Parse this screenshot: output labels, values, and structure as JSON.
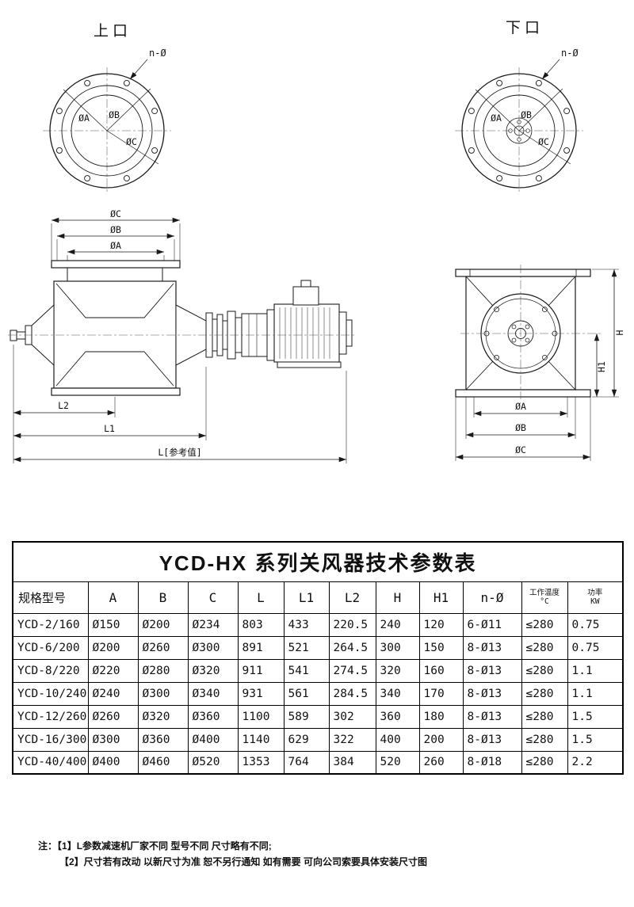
{
  "drawings": {
    "top_left_flange": {
      "title": "上口",
      "n_label": "n-Ø",
      "dims": {
        "a": "ØA",
        "b": "ØB",
        "c": "ØC"
      }
    },
    "top_right_flange": {
      "title": "下口",
      "n_label": "n-Ø",
      "dims": {
        "a": "ØA",
        "b": "ØB",
        "c": "ØC"
      }
    },
    "side_view": {
      "dims": {
        "c": "ØC",
        "b": "ØB",
        "a": "ØA",
        "l2": "L2",
        "l1": "L1",
        "l_ref": "L[参考值]"
      }
    },
    "front_view": {
      "dims": {
        "h": "H",
        "h1": "H1",
        "a": "ØA",
        "b": "ØB",
        "c": "ØC"
      }
    }
  },
  "table": {
    "title": "YCD-HX 系列关风器技术参数表",
    "headers": {
      "model": "规格型号",
      "a": "A",
      "b": "B",
      "c": "C",
      "l": "L",
      "l1": "L1",
      "l2": "L2",
      "h": "H",
      "h1": "H1",
      "n": "n-Ø",
      "temp_line1": "工作温度",
      "temp_line2": "°C",
      "power_line1": "功率",
      "power_line2": "KW"
    },
    "rows": [
      [
        "YCD-2/160",
        "Ø150",
        "Ø200",
        "Ø234",
        "803",
        "433",
        "220.5",
        "240",
        "120",
        "6-Ø11",
        "≤280",
        "0.75"
      ],
      [
        "YCD-6/200",
        "Ø200",
        "Ø260",
        "Ø300",
        "891",
        "521",
        "264.5",
        "300",
        "150",
        "8-Ø13",
        "≤280",
        "0.75"
      ],
      [
        "YCD-8/220",
        "Ø220",
        "Ø280",
        "Ø320",
        "911",
        "541",
        "274.5",
        "320",
        "160",
        "8-Ø13",
        "≤280",
        "1.1"
      ],
      [
        "YCD-10/240",
        "Ø240",
        "Ø300",
        "Ø340",
        "931",
        "561",
        "284.5",
        "340",
        "170",
        "8-Ø13",
        "≤280",
        "1.1"
      ],
      [
        "YCD-12/260",
        "Ø260",
        "Ø320",
        "Ø360",
        "1100",
        "589",
        "302",
        "360",
        "180",
        "8-Ø13",
        "≤280",
        "1.5"
      ],
      [
        "YCD-16/300",
        "Ø300",
        "Ø360",
        "Ø400",
        "1140",
        "629",
        "322",
        "400",
        "200",
        "8-Ø13",
        "≤280",
        "1.5"
      ],
      [
        "YCD-40/400",
        "Ø400",
        "Ø460",
        "Ø520",
        "1353",
        "764",
        "384",
        "520",
        "260",
        "8-Ø18",
        "≤280",
        "2.2"
      ]
    ]
  },
  "notes": {
    "prefix": "注：",
    "note1": "【1】L参数减速机厂家不同 型号不同 尺寸略有不同;",
    "note2": "【2】尺寸若有改动 以新尺寸为准 恕不另行通知 如有需要 可向公司索要具体安装尺寸图"
  }
}
